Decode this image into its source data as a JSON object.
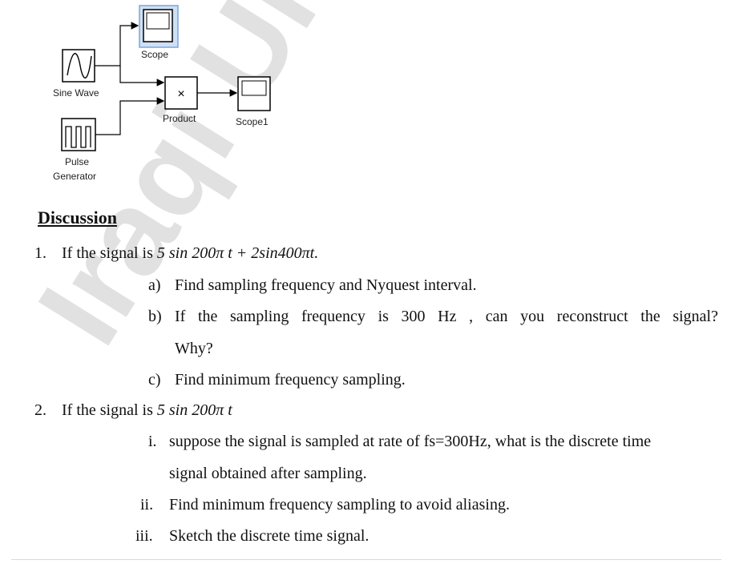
{
  "diagram": {
    "blocks": {
      "scope": "Scope",
      "sine_wave": "Sine Wave",
      "product": "Product",
      "product_symbol": "×",
      "scope1": "Scope1",
      "pulse_line1": "Pulse",
      "pulse_line2": "Generator"
    }
  },
  "watermark_text": "Iraqi Univ",
  "discussion": {
    "heading": "Discussion",
    "q1": {
      "number": "1.",
      "text_prefix": "If the signal is ",
      "math": "5 sin 200π t + 2sin400πt.",
      "items": [
        {
          "marker": "a)",
          "text": "Find sampling frequency and Nyquest interval."
        },
        {
          "marker": "b)",
          "text": "If the sampling frequency is 300 Hz , can you reconstruct the signal?",
          "continuation": "Why?"
        },
        {
          "marker": "c)",
          "text": "Find minimum frequency sampling."
        }
      ]
    },
    "q2": {
      "number": "2.",
      "text_prefix": "If the signal is ",
      "math": "5 sin 200π t",
      "items": [
        {
          "marker": "i.",
          "text": "suppose the signal is sampled at rate of fs=300Hz, what is the discrete time",
          "continuation": "signal obtained after sampling."
        },
        {
          "marker": "ii.",
          "text": "Find minimum frequency sampling to avoid aliasing."
        },
        {
          "marker": "iii.",
          "text": "Sketch the discrete time signal."
        }
      ]
    }
  }
}
